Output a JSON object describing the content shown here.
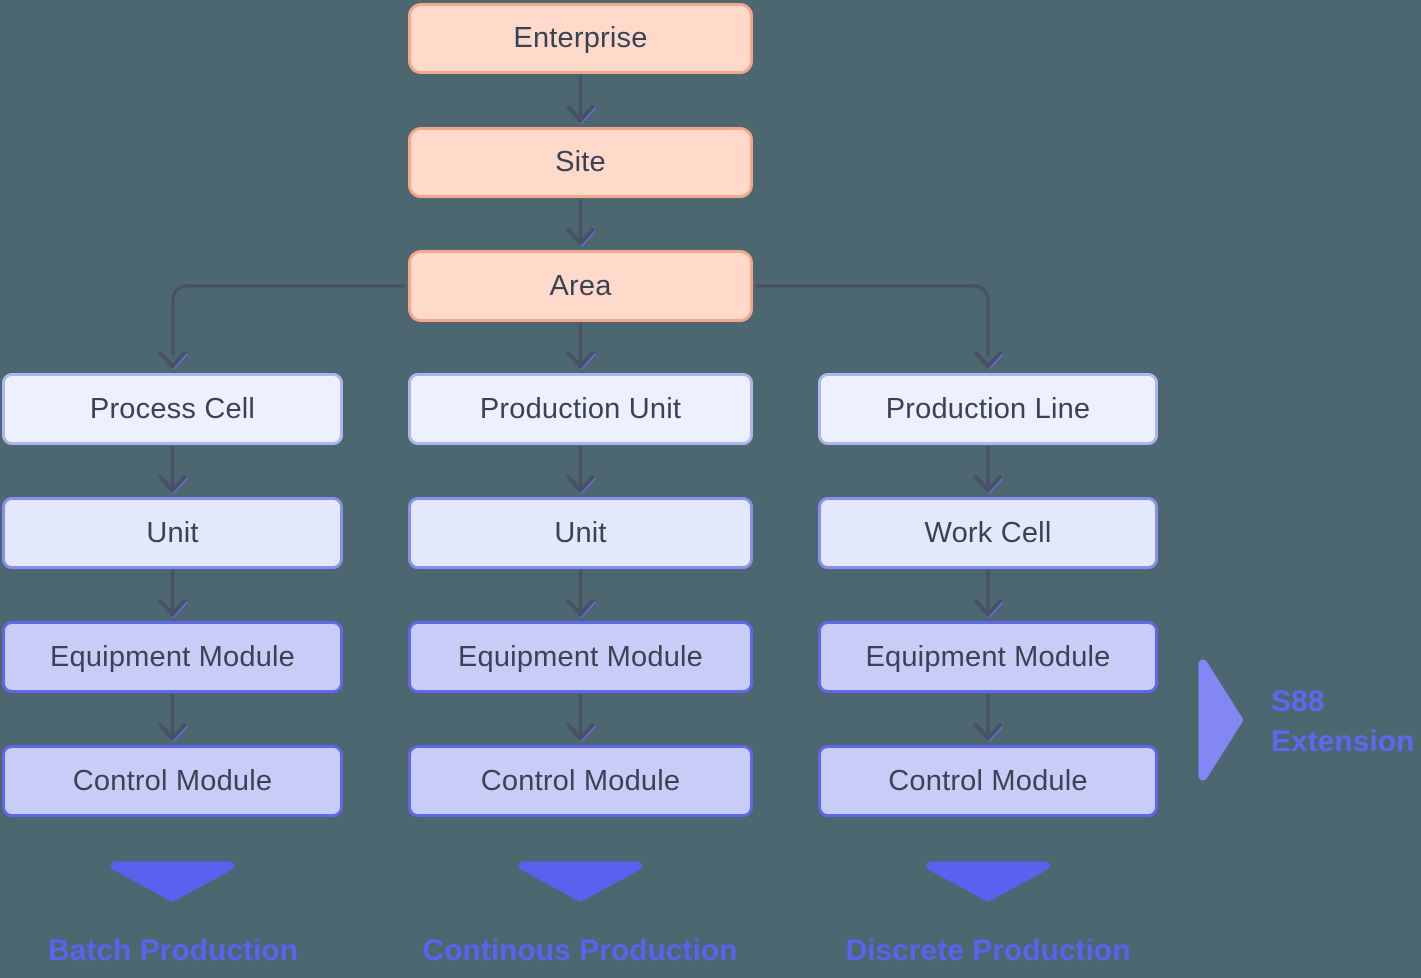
{
  "palette": {
    "background": "#4C6770",
    "peach_fill": "#FFD9CA",
    "peach_border": "#F3A78D",
    "tier1_fill": "#EDF0FE",
    "tier1_border": "#ABB6F1",
    "tier2_fill": "#E4E8FC",
    "tier2_border": "#8791EC",
    "tier3_fill": "#C8CDF7",
    "tier3_border": "#6067EA",
    "box_text": "#3A4356",
    "arrow_line": "#485064",
    "arrow_accent": "#6A6FF0",
    "footer_triangle": "#5A61EE",
    "footer_text": "#5A62EE",
    "s88_triangle": "#8287F4",
    "s88_text": "#6066EF"
  },
  "hierarchy": {
    "enterprise": "Enterprise",
    "site": "Site",
    "area": "Area"
  },
  "columns": [
    {
      "rows": [
        "Process Cell",
        "Unit",
        "Equipment Module",
        "Control Module"
      ],
      "footer": "Batch Production"
    },
    {
      "rows": [
        "Production Unit",
        "Unit",
        "Equipment Module",
        "Control Module"
      ],
      "footer": "Continous Production"
    },
    {
      "rows": [
        "Production Line",
        "Work Cell",
        "Equipment Module",
        "Control Module"
      ],
      "footer": "Discrete Production"
    }
  ],
  "s88": {
    "lines": [
      "S88",
      "Extension"
    ]
  }
}
